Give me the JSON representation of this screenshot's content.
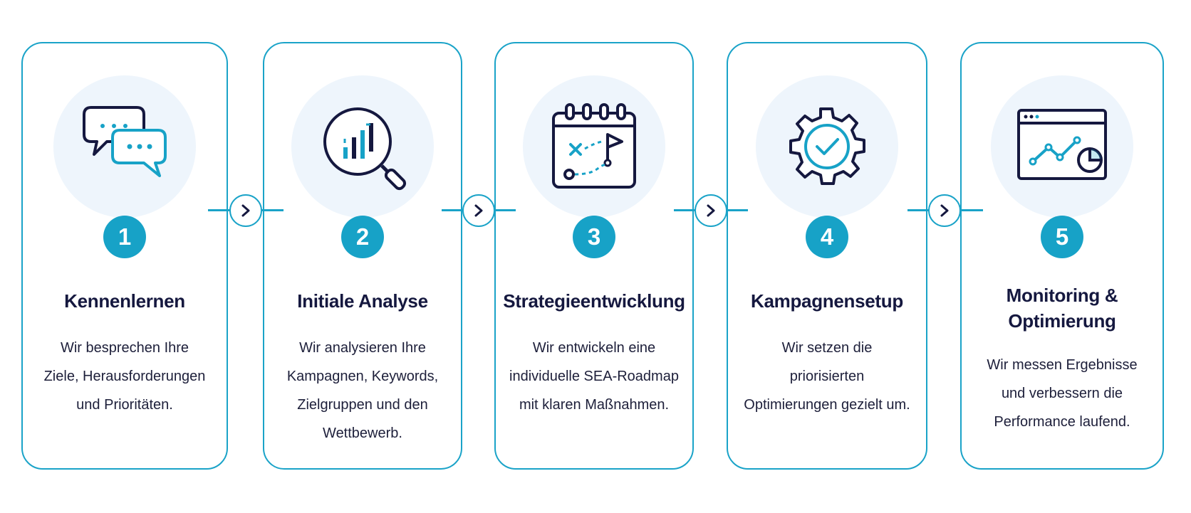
{
  "colors": {
    "accent": "#17a2c7",
    "border": "#1aa3c8",
    "navy": "#15183f",
    "icon_bg": "#eef5fc"
  },
  "steps": [
    {
      "number": "1",
      "title": "Kennenlernen",
      "description": [
        "Wir besprechen Ihre",
        "Ziele, Herausforderungen",
        "und Prioritäten."
      ],
      "icon": "chat-bubbles-icon"
    },
    {
      "number": "2",
      "title": "Initiale Analyse",
      "description": [
        "Wir analysieren Ihre",
        "Kampagnen, Keywords,",
        "Zielgruppen und den",
        "Wettbewerb."
      ],
      "icon": "magnifier-chart-icon"
    },
    {
      "number": "3",
      "title": "Strategieentwicklung",
      "description": [
        "Wir entwickeln eine",
        "individuelle SEA-Roadmap",
        "mit klaren Maßnahmen."
      ],
      "icon": "calendar-roadmap-icon"
    },
    {
      "number": "4",
      "title": "Kampagnensetup",
      "description": [
        "Wir setzen die",
        "priorisierten",
        "Optimierungen gezielt um."
      ],
      "icon": "gear-check-icon"
    },
    {
      "number": "5",
      "title_lines": [
        "Monitoring &",
        "Optimierung"
      ],
      "description": [
        "Wir messen Ergebnisse",
        "und verbessern die",
        "Performance laufend."
      ],
      "icon": "browser-analytics-icon"
    }
  ],
  "connectors": [
    {
      "icon": "chevron-right-icon"
    },
    {
      "icon": "chevron-right-icon"
    },
    {
      "icon": "chevron-right-icon"
    },
    {
      "icon": "chevron-right-icon"
    }
  ]
}
